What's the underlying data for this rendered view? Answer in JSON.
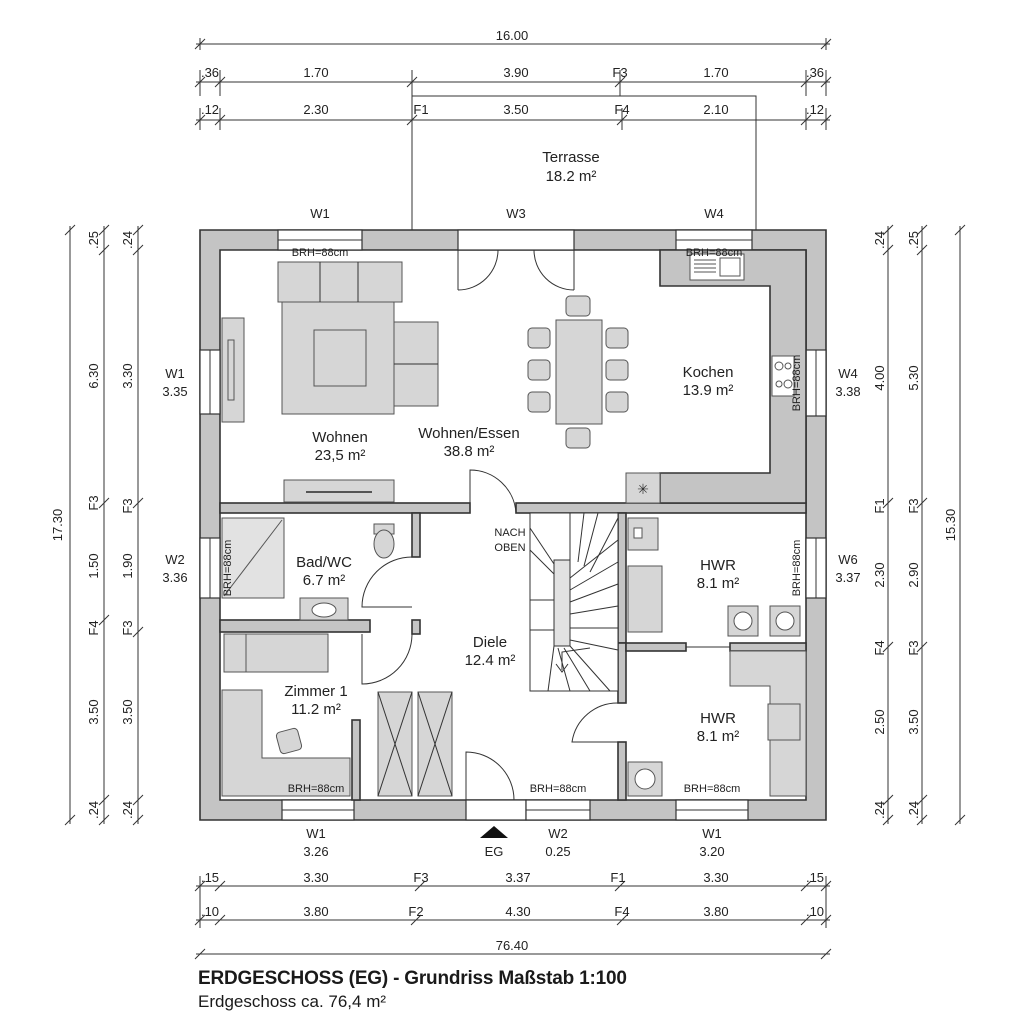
{
  "title": "ERDGESCHOSS (EG) - Grundriss Maßstab 1:100",
  "subtitle": "Erdgeschoss ca. 76,4 m²",
  "rooms": {
    "terrasse": {
      "name": "Terrasse",
      "area": "18.2 m²"
    },
    "wohnen": {
      "name": "Wohnen",
      "area": "23,5 m²"
    },
    "wohnen_essen": {
      "name": "Wohnen/Essen",
      "area": "38.8 m²"
    },
    "kochen": {
      "name": "Kochen",
      "area": "13.9 m²"
    },
    "bad": {
      "name": "Bad/WC",
      "area": "6.7 m²"
    },
    "diele": {
      "name": "Diele",
      "area": "12.4 m²"
    },
    "hwr1": {
      "name": "HWR",
      "area": "8.1 m²"
    },
    "hwr2": {
      "name": "HWR",
      "area": "8.1 m²"
    },
    "zimmer1": {
      "name": "Zimmer 1",
      "area": "11.2 m²"
    }
  },
  "labels": {
    "stair": [
      "NACH",
      "OBEN"
    ],
    "entrance": "EG",
    "brh": "BRH=88cm",
    "brh_short": "BRH=88cm"
  },
  "windows": {
    "top_w1": "W1",
    "top_w3": "W3",
    "top_w4": "W4",
    "left_w1": [
      "W1",
      "3.35"
    ],
    "left_w2": [
      "W2",
      "3.36"
    ],
    "right_w4": [
      "W4",
      "3.38"
    ],
    "right_w6": [
      "W6",
      "3.37"
    ],
    "bottom_w1a": [
      "W1",
      "3.26"
    ],
    "bottom_w2": [
      "W2",
      "0.25"
    ],
    "bottom_w1b": [
      "W1",
      "3.20"
    ]
  },
  "dims": {
    "top_total": "16.00",
    "top_row1": [
      ".36",
      "1.70",
      "3.90",
      "F3",
      "1.70",
      ".36"
    ],
    "top_row2": [
      ".12",
      "2.30",
      "F1",
      "3.50",
      "F4",
      "2.10",
      ".12"
    ],
    "left_outer": [
      "17.30"
    ],
    "left_mid": [
      ".25",
      "6.30",
      "F3",
      "1.50",
      "F4",
      "3.50",
      ".24"
    ],
    "left_inner": [
      ".24",
      "3.30",
      "F3",
      "1.90",
      "F3",
      "3.50",
      ".24"
    ],
    "right_inner": [
      ".24",
      "4.00",
      "F1",
      "2.30",
      "F4",
      "2.50",
      ".24"
    ],
    "right_mid": [
      ".25",
      "5.30",
      "F3",
      "2.90",
      "F3",
      "3.50",
      ".24"
    ],
    "right_outer": [
      "15.30"
    ],
    "bottom_row1": [
      ".15",
      "3.30",
      "F3",
      "3.37",
      "F1",
      "3.30",
      ".15"
    ],
    "bottom_row2": [
      ".10",
      "3.80",
      "F2",
      "4.30",
      "F4",
      "3.80",
      ".10"
    ],
    "bottom_total": "76.40"
  }
}
